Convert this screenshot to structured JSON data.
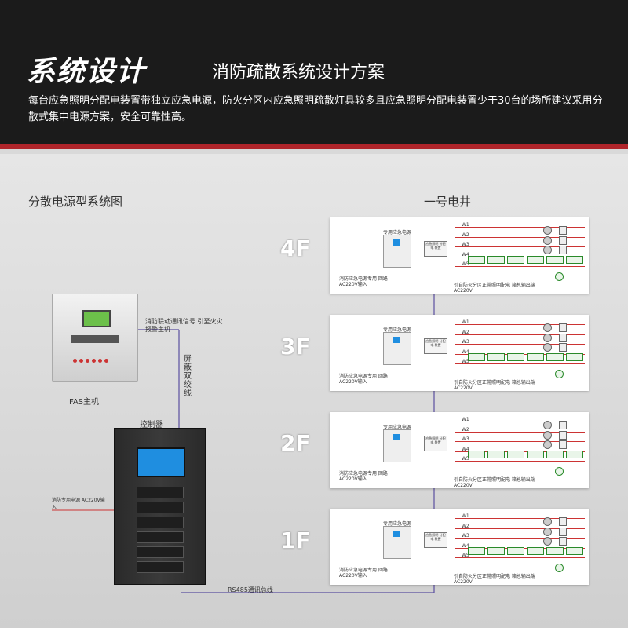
{
  "header": {
    "title_main": "系统设计",
    "title_sub": "消防疏散系统设计方案",
    "description": "每台应急照明分配电装置带独立应急电源，防火分区内应急照明疏散灯具较多且应急照明分配电装置少于30台的场所建议采用分散式集中电源方案，安全可靠性高。"
  },
  "diagram": {
    "left_title": "分散电源型系统图",
    "shaft_title": "一号电井",
    "fas_label": "FAS主机",
    "fas_signal_note": "消防联动通讯信号 引至火灾报警主机",
    "twisted_pair_label": "屏蔽双绞线",
    "controller_label": "控制器",
    "cabinet_power_note": "消防专用电源 AC220V输入",
    "bus_label": "RS485通讯总线",
    "floors": [
      {
        "label": "4F"
      },
      {
        "label": "3F"
      },
      {
        "label": "2F"
      },
      {
        "label": "1F"
      }
    ],
    "panel": {
      "power_box_label": "专用应急电源",
      "distributor_label": "应急照明 分配电 装置",
      "input_note": "消防应急电源专用 回路AC220V输入",
      "output_note": "引自防火分区正常照明配电 箱总输出端AC220V",
      "loops": [
        "W1",
        "W2",
        "W3",
        "W4",
        "W5"
      ]
    }
  }
}
